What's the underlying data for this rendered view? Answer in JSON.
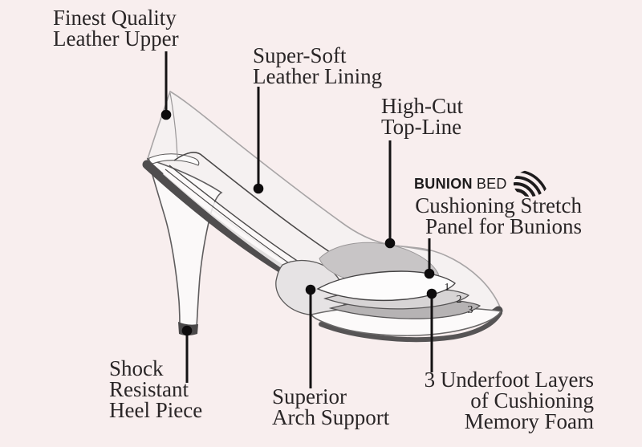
{
  "colors": {
    "background": "#f8eeee",
    "ink": "#2a2627",
    "leader": "#141213",
    "upper_fill": "#f5f1f1",
    "upper_stroke": "#a8a5a6",
    "white_fill": "#fbf9f9",
    "sole_gray": "#4f4d4e",
    "heel_cap_gray": "#4a4849",
    "panel_gray": "#c8c5c6",
    "pad_gray": "#e6e3e4",
    "layer2_gray": "#d7d4d5",
    "layer3_gray": "#b6b3b4",
    "line_gray": "#4b4949"
  },
  "labels": {
    "finest_quality": {
      "lines": [
        "Finest Quality",
        "Leather Upper"
      ]
    },
    "super_soft": {
      "lines": [
        "Super-Soft",
        "Leather Lining"
      ]
    },
    "high_cut": {
      "lines": [
        "High-Cut",
        "Top-Line"
      ]
    },
    "cushioning_panel": {
      "lines": [
        "Cushioning Stretch",
        "Panel for Bunions"
      ]
    },
    "shock_resistant": {
      "lines": [
        "Shock",
        "Resistant",
        "Heel Piece"
      ]
    },
    "arch_support": {
      "lines": [
        "Superior",
        "Arch Support"
      ]
    },
    "underfoot": {
      "lines": [
        "3 Underfoot Layers",
        "of Cushioning",
        "Memory Foam"
      ]
    }
  },
  "brand": {
    "bold": "BUNION",
    "light": "BED",
    "icon": "swirl-logo-icon"
  },
  "diagram": {
    "layer_numbers": [
      "1",
      "2",
      "3"
    ]
  }
}
